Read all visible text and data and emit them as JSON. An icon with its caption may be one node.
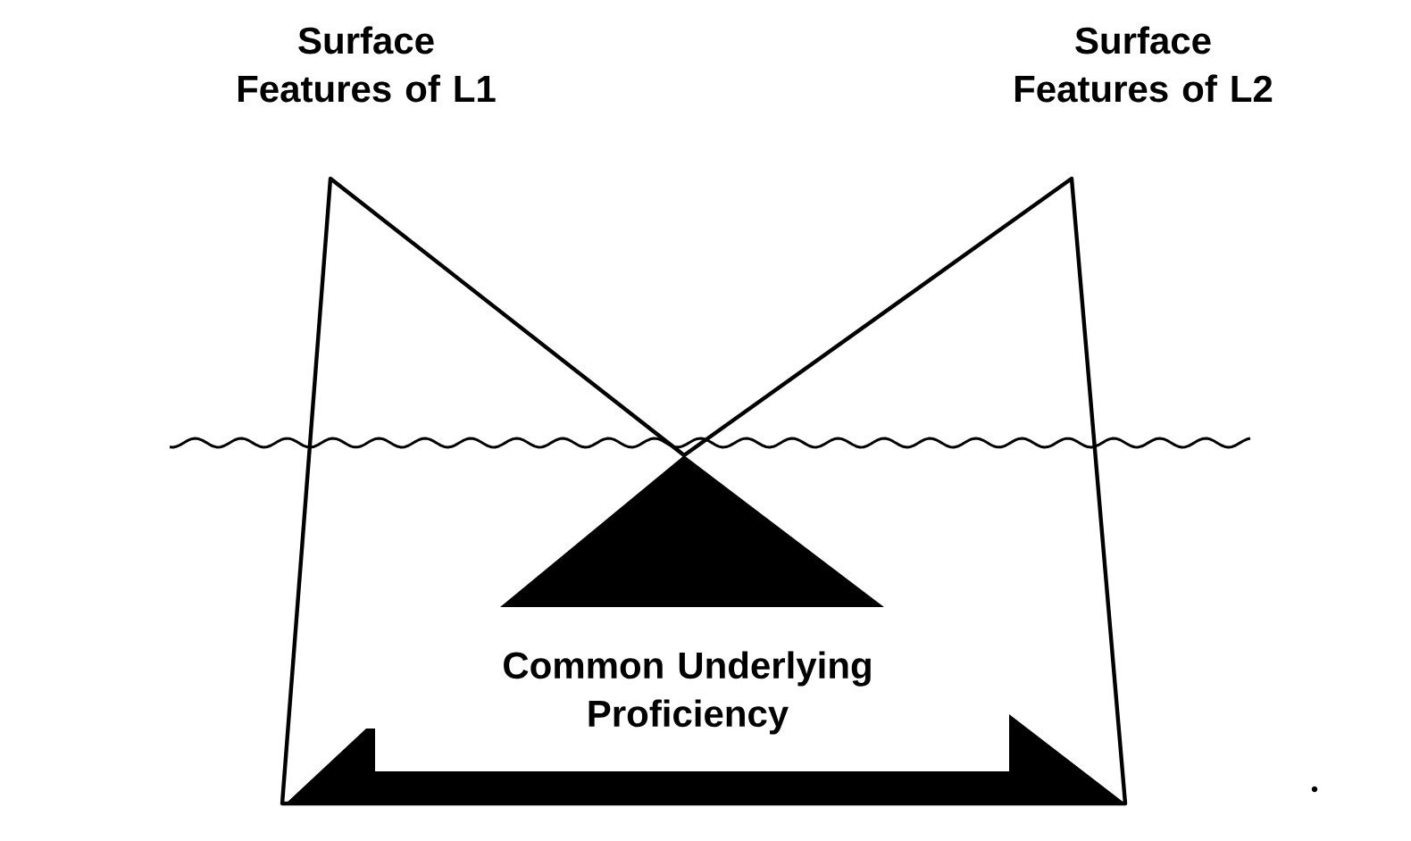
{
  "diagram": {
    "labels": [
      "Surface Features of L1",
      "Surface Features of L2",
      "Common Underlying Proficiency"
    ]
  }
}
